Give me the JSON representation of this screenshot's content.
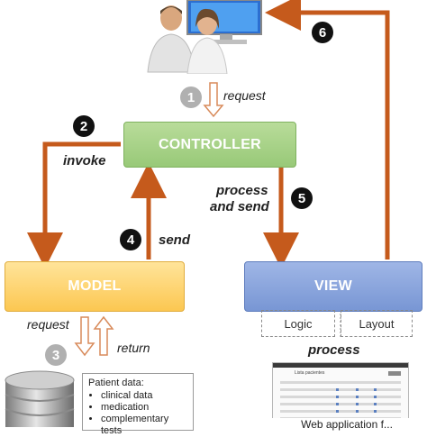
{
  "boxes": {
    "controller": "CONTROLLER",
    "model": "MODEL",
    "view": "VIEW"
  },
  "view_parts": {
    "logic": "Logic",
    "layout": "Layout"
  },
  "steps": [
    {
      "number": "1",
      "label": "request"
    },
    {
      "number": "2",
      "label": "invoke"
    },
    {
      "number": "3",
      "label": "request"
    },
    {
      "number": "4",
      "label": "send"
    },
    {
      "number": "5",
      "label": "process and send"
    },
    {
      "number": "6",
      "label": ""
    }
  ],
  "labels": {
    "return": "return",
    "process_line1": "process",
    "process_line2": "and send",
    "view_process": "process"
  },
  "patient": {
    "title": "Patient data:",
    "items": [
      "clinical data",
      "medication",
      "complementary tests"
    ]
  },
  "webapp": {
    "caption": "Web application f...",
    "screen_title": "Lista pacientes"
  },
  "icons": [
    "users-at-computer-icon",
    "database-icon"
  ],
  "colors": {
    "arrow": "#c55a1c",
    "controller": "#a9d18e",
    "model": "#ffd966",
    "view": "#8ea9db"
  }
}
